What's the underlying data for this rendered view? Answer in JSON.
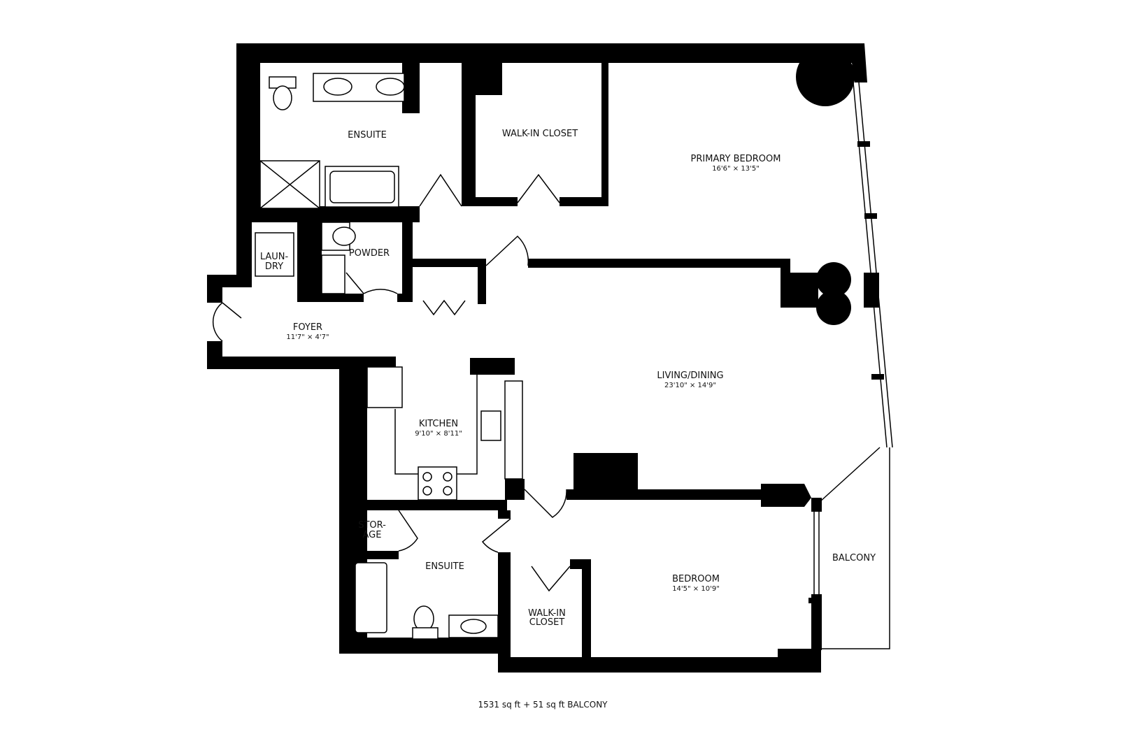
{
  "rooms": [
    {
      "name": "ENSUITE",
      "dims": ""
    },
    {
      "name": "WALK-IN CLOSET",
      "dims": ""
    },
    {
      "name": "PRIMARY BEDROOM",
      "dims": "16'6\" × 13'5\""
    },
    {
      "name": "POWDER",
      "dims": ""
    },
    {
      "name": "LAUN-",
      "dims": "DRY"
    },
    {
      "name": "FOYER",
      "dims": "11'7\" × 4'7\""
    },
    {
      "name": "LIVING/DINING",
      "dims": "23'10\" × 14'9\""
    },
    {
      "name": "KITCHEN",
      "dims": "9'10\" × 8'11\""
    },
    {
      "name": "STOR-",
      "dims": "AGE"
    },
    {
      "name": "ENSUITE",
      "dims": ""
    },
    {
      "name": "WALK-IN",
      "dims": "CLOSET"
    },
    {
      "name": "BEDROOM",
      "dims": "14'5\" × 10'9\""
    },
    {
      "name": "BALCONY",
      "dims": ""
    }
  ],
  "footer": "1531 sq ft + 51 sq ft BALCONY"
}
